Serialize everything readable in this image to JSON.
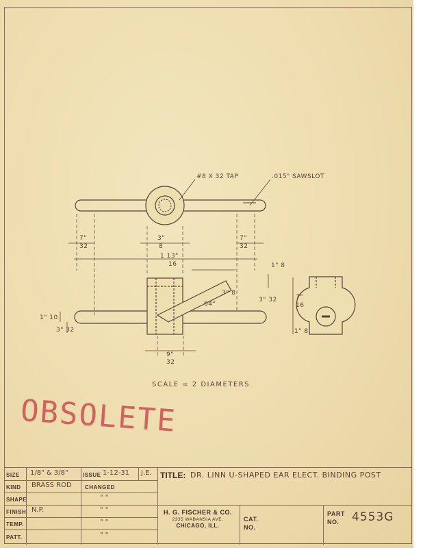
{
  "drawing": {
    "notes": {
      "tap": "#8 X 32 TAP",
      "sawslot": ".015\" SAWSLOT",
      "dim_left_7_32_num": "7\"",
      "dim_left_7_32_den": "32",
      "dim_center_3_8_num": "3\"",
      "dim_center_3_8_den": "8",
      "dim_right_7_32_num": "7\"",
      "dim_right_7_32_den": "32",
      "dim_overall": "1 13\"",
      "dim_overall_den": "16",
      "dim_bottom_9_32_num": "9\"",
      "dim_bottom_9_32_den": "32",
      "dim_1_8_top": "1\" 8",
      "dim_3_32": "3\" 32",
      "dim_7_16_num": "7\"",
      "dim_7_16_den": "16",
      "dim_1_8_right": "1\" 8",
      "dim_1_10": "1\" 10",
      "dim_3_32_left": "3\" 32",
      "dim_angle": "64°",
      "dim_3_8_diag": "3\" 8"
    },
    "scale_note": "SCALE = 2 DIAMETERS"
  },
  "stamp": "OBSOLETE",
  "title_block": {
    "size_label": "SIZE",
    "size_value": "1/8\" & 3/8\"",
    "issue_label": "ISSUE",
    "issue_value": "1-12-31",
    "initials": "J.E.",
    "kind_label": "KIND",
    "kind_value": "BRASS ROD",
    "changed_label": "CHANGED",
    "shape_label": "SHAPE",
    "finish_label": "FINISH",
    "finish_value": "N.P.",
    "temp_label": "TEMP.",
    "patt_label": "PATT.",
    "ditto": "\"    \"",
    "title_label": "TITLE:",
    "title_value": "DR. LINN U-SHAPED EAR ELECT. BINDING POST",
    "company_name": "H. G. FISCHER & CO.",
    "company_address": "2335 WABANSIA AVE.",
    "company_city": "CHICAGO, ILL.",
    "cat_label": "CAT.",
    "no_label": "NO.",
    "part_label": "PART",
    "part_no_label": "NO.",
    "part_number": "4553G"
  }
}
